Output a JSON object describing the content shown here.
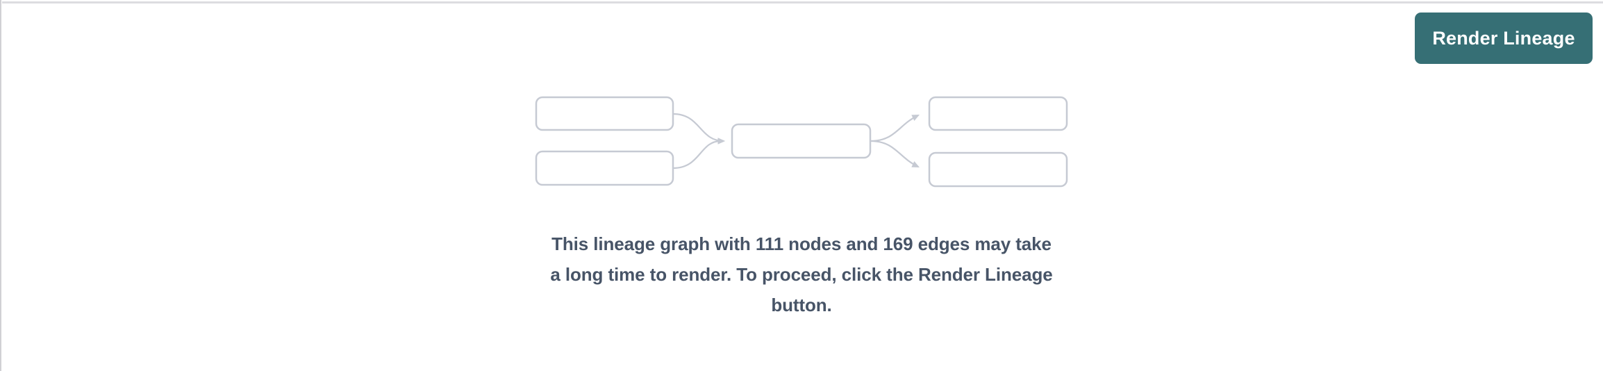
{
  "toolbar": {
    "render_button_label": "Render Lineage"
  },
  "message": {
    "lines": [
      "This lineage graph with 111 nodes and 169 edges may take",
      "a long time to render. To proceed, click the Render Lineage",
      "button."
    ],
    "node_count": "111",
    "edge_count": "169"
  },
  "diagram": {
    "type": "lineage-preview-placeholder",
    "node_boxes": 5,
    "layout": "2 source nodes -> 1 center node -> 2 target nodes"
  },
  "colors": {
    "button_bg": "#366f75",
    "button_text": "#ffffff",
    "message_text": "#475467",
    "diagram_stroke": "#c6cad3",
    "top_divider": "#dcdce0",
    "left_border": "#d0d0d4",
    "canvas_bg": "#ffffff"
  }
}
